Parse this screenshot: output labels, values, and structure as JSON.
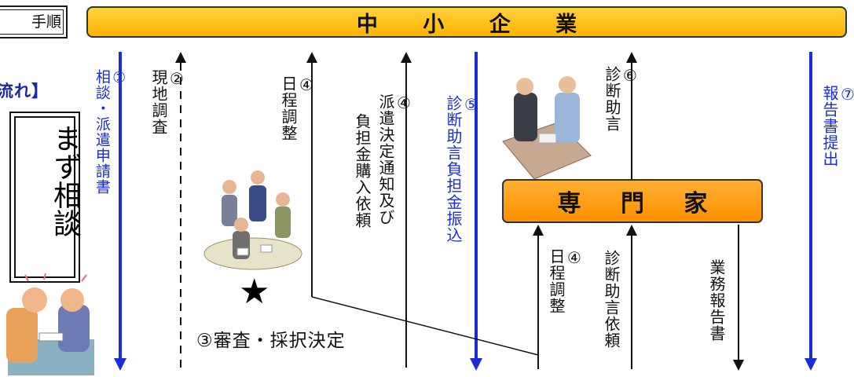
{
  "header": {
    "procedure_tab": "手順",
    "flow_label": "流れ】",
    "first_step": "まず相談",
    "sme_banner": "中 小 企 業",
    "expert_box": "専 門 家"
  },
  "steps": {
    "s1": "①\n相談・派遣申請書",
    "s2": "②\n現地調査",
    "s3": "③審査・採択決定",
    "s4a": "④\n日程調整",
    "s4b_col1": "④\n派遣決定通知及び",
    "s4b_col2": "負担金購入依頼",
    "s5": "⑤\n診断助言負担金振込",
    "s6": "⑥\n診断助言",
    "s7": "⑦\n報告書提出",
    "s4c": "④\n日程調整",
    "request": "診断助言依頼",
    "report": "業務報告書"
  },
  "marks": {
    "star": "★"
  },
  "colors": {
    "banner": "#ffc21a",
    "expert": "#ff9a10",
    "blue_arrow": "#1c2cd8",
    "black_arrow": "#111111"
  },
  "icons": [
    "meeting-illustration",
    "consultation-illustration",
    "client-consult-illustration"
  ]
}
